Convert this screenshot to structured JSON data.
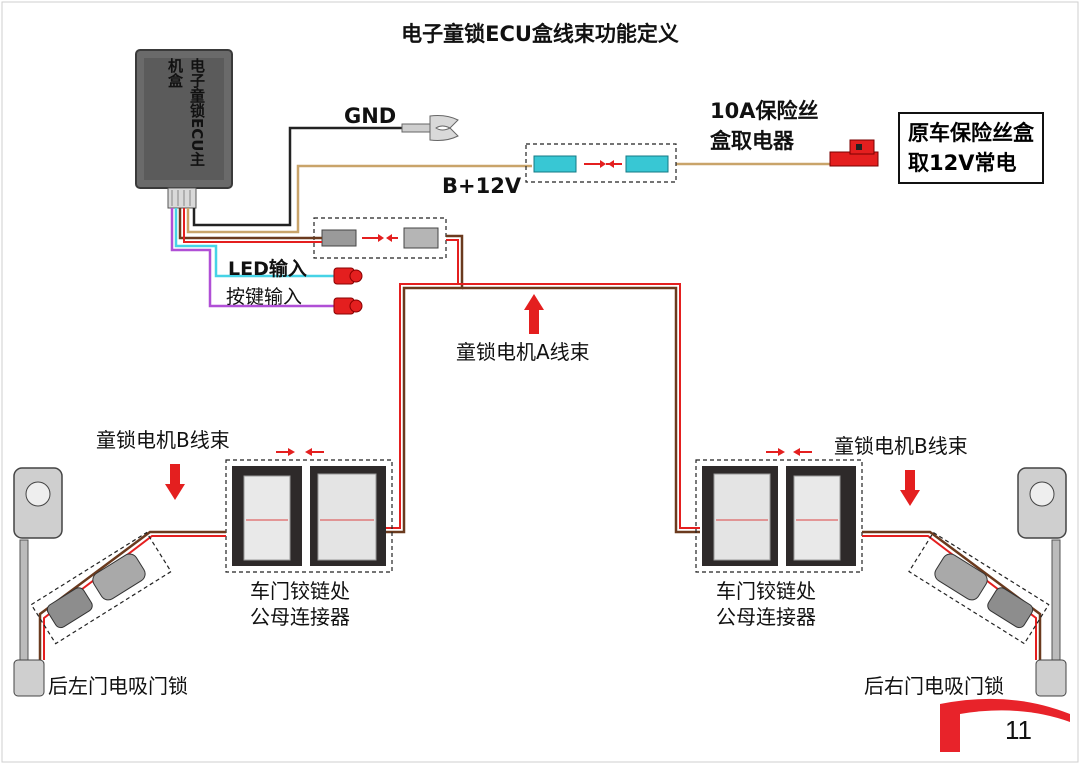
{
  "title": "电子童锁ECU盒线束功能定义",
  "ecu_label": "电子童锁ECU主机盒",
  "gnd_label": "GND",
  "b12v_label": "B+12V",
  "fuse_tap_label": [
    "10A保险丝",
    "盒取电器"
  ],
  "fuse_box_label": [
    "原车保险丝盒",
    "取12V常电"
  ],
  "led_input_label": "LED输入",
  "button_input_label": "按键输入",
  "motor_a_label": "童锁电机A线束",
  "motor_b_left_label": "童锁电机B线束",
  "motor_b_right_label": "童锁电机B线束",
  "hinge_left_label": [
    "车门铰链处",
    "公母连接器"
  ],
  "hinge_right_label": [
    "车门铰链处",
    "公母连接器"
  ],
  "lock_left_label": "后左门电吸门锁",
  "lock_right_label": "后右门电吸门锁",
  "page_number": "11",
  "colors": {
    "red_wire": "#e41f1f",
    "brown_wire": "#6b3a1e",
    "black_wire": "#222222",
    "tan_wire": "#c9a46a",
    "cyan_wire": "#46d3e6",
    "purple_wire": "#b04fd6",
    "page_tab": "#e8232a"
  }
}
